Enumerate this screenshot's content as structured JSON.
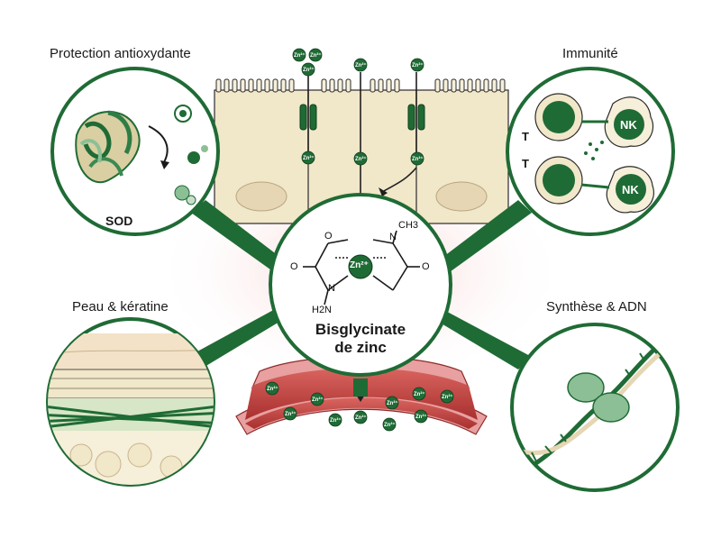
{
  "panels": {
    "antioxidant": {
      "title": "Protection antioxydante",
      "enzyme": "SOD"
    },
    "immunity": {
      "title": "Immunité",
      "t_cell": "T",
      "nk_cell": "NK"
    },
    "skin": {
      "title": "Peau & kératine"
    },
    "dna": {
      "title": "Synthèse & ADN"
    }
  },
  "center": {
    "name_line1": "Bisglycinate",
    "name_line2": "de zinc",
    "ion": "Zn²⁺",
    "oxygen": "O",
    "nitrogen": "N",
    "methyl": "CH3",
    "amine": "H2N"
  },
  "ion_label": "Zn²⁺",
  "colors": {
    "primary_green": "#1f6b35",
    "light_green": "#8cbf95",
    "cream": "#f1e7c9",
    "blood_red": "#c0393b",
    "outline": "#2b2b2b"
  }
}
